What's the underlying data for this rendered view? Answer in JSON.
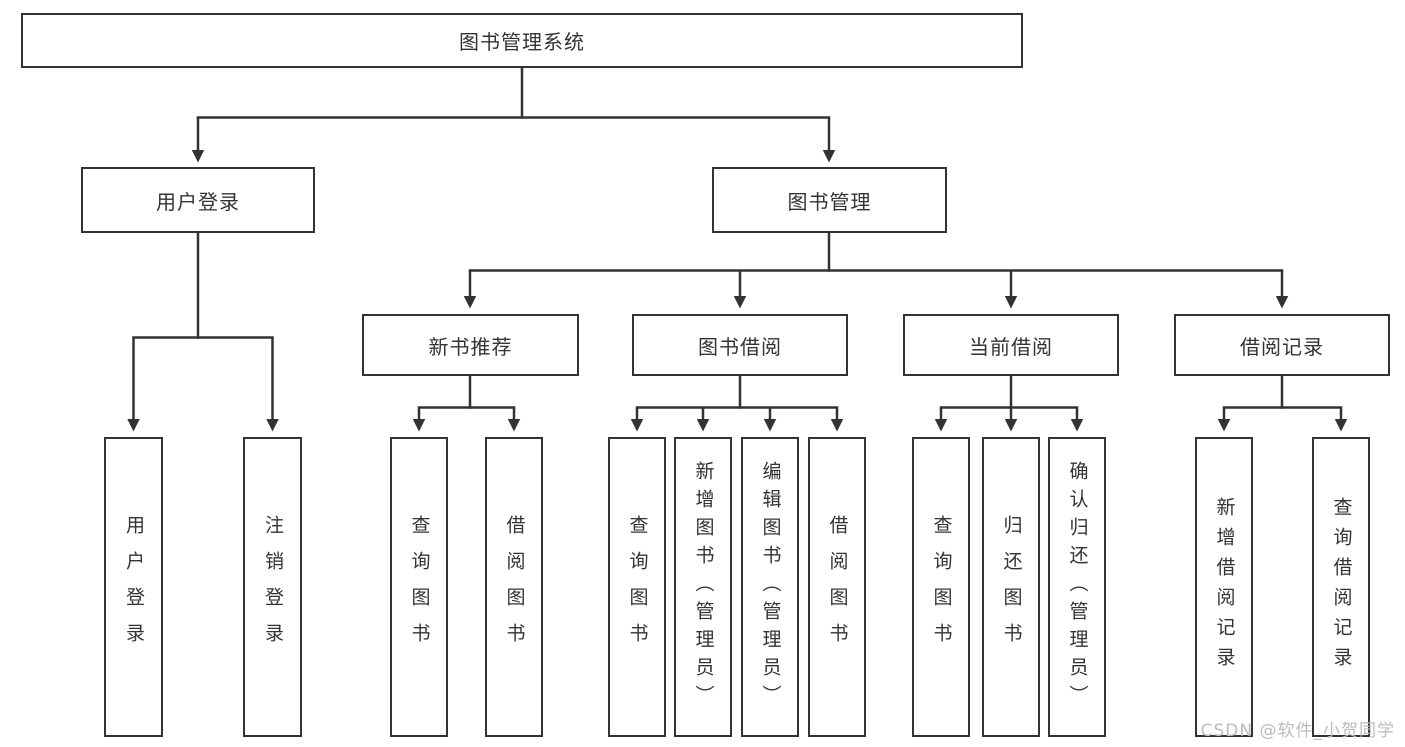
{
  "tree": {
    "root": "图书管理系统",
    "level2": [
      "用户登录",
      "图书管理"
    ],
    "level3": [
      "新书推荐",
      "图书借阅",
      "当前借阅",
      "借阅记录"
    ],
    "leaves": {
      "user_login": [
        "用户登录",
        "注销登录"
      ],
      "new_book_recommend": [
        "查询图书",
        "借阅图书"
      ],
      "book_borrow": [
        "查询图书",
        "新增图书（管理员）",
        "编辑图书（管理员）",
        "借阅图书"
      ],
      "current_borrow": [
        "查询图书",
        "归还图书",
        "确认归还（管理员）"
      ],
      "borrow_records": [
        "新增借阅记录",
        "查询借阅记录"
      ]
    }
  },
  "watermark": "CSDN @软件_小贺同学",
  "colors": {
    "line": "#333333",
    "text": "#333333",
    "watermark": "#bcbcbc",
    "background": "#ffffff"
  }
}
